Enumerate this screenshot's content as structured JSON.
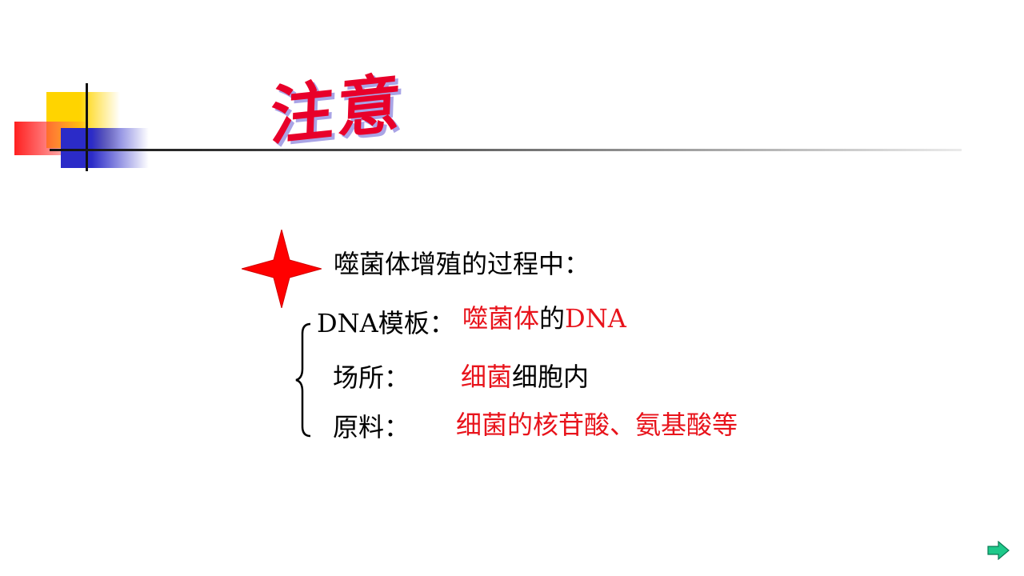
{
  "slide": {
    "title": "注意",
    "heading": "噬菌体增殖的过程中：",
    "rows": [
      {
        "label": "DNA模板：",
        "value_red": "噬菌体",
        "value_black": "的",
        "value_red2": "DNA"
      },
      {
        "label": "场所：",
        "value_red": "细菌",
        "value_black": "细胞内"
      },
      {
        "label": "原料：",
        "value_red": "细菌的核苷酸、氨基酸等"
      }
    ]
  },
  "icons": {
    "bullet": "four-point-star-icon",
    "next": "right-arrow-icon"
  },
  "colors": {
    "title": "#e8002a",
    "title_shadow": "#a9a4e6",
    "highlight": "#e8131b",
    "star": "#ff0000",
    "next_arrow": "#1ec98a",
    "accent_yellow": "#ffd400",
    "accent_red": "#ff2020",
    "accent_blue": "#2b2bc8"
  }
}
